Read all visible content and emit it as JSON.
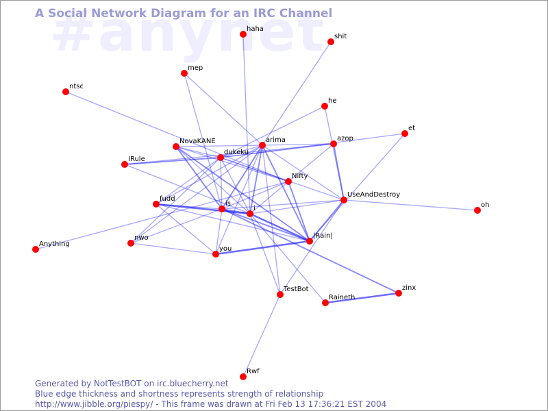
{
  "title": "A Social Network Diagram for an IRC Channel",
  "channel_watermark": "#anynet",
  "colors": {
    "node": "#ff0000",
    "edge": "#0000ff",
    "title": "#9b9bd4",
    "watermark": "#eeeeff",
    "footer": "#5b5ba8"
  },
  "footer": {
    "line1": "Generated by NotTestBOT on irc.bluecherry.net",
    "line2": "Blue edge thickness and shortness represents strength of relationship",
    "line3": "http://www.jibble.org/piespy/ - This frame was drawn at Fri Feb 13 17:36:21 EST 2004"
  },
  "nodes": [
    {
      "id": "haha",
      "label": "haha"
    },
    {
      "id": "shit",
      "label": "shit"
    },
    {
      "id": "mep",
      "label": "mep"
    },
    {
      "id": "ntsc",
      "label": "ntsc"
    },
    {
      "id": "he",
      "label": "he"
    },
    {
      "id": "et",
      "label": "et"
    },
    {
      "id": "NovaKANE",
      "label": "NovaKANE"
    },
    {
      "id": "arima",
      "label": "arima"
    },
    {
      "id": "azop",
      "label": "azop"
    },
    {
      "id": "dukeku",
      "label": "dukeku"
    },
    {
      "id": "IRule",
      "label": "IRule"
    },
    {
      "id": "Nifty",
      "label": "Nifty"
    },
    {
      "id": "UseAndDestroy",
      "label": "UseAndDestroy"
    },
    {
      "id": "fudd",
      "label": "fudd"
    },
    {
      "id": "is",
      "label": "is"
    },
    {
      "id": "i",
      "label": "i"
    },
    {
      "id": "oh",
      "label": "oh"
    },
    {
      "id": "Rain",
      "label": "|Rain|"
    },
    {
      "id": "nwo",
      "label": "nwo"
    },
    {
      "id": "Anything",
      "label": "Anything"
    },
    {
      "id": "you",
      "label": "you"
    },
    {
      "id": "TestBot",
      "label": "TestBot"
    },
    {
      "id": "zinx",
      "label": "zinx"
    },
    {
      "id": "Raineth",
      "label": "Raineth"
    },
    {
      "id": "Rwf",
      "label": "Rwf"
    }
  ],
  "edges": [
    {
      "from": "haha",
      "to": "i",
      "strength": 1
    },
    {
      "from": "shit",
      "to": "arima",
      "strength": 1
    },
    {
      "from": "mep",
      "to": "arima",
      "strength": 1
    },
    {
      "from": "mep",
      "to": "is",
      "strength": 1
    },
    {
      "from": "ntsc",
      "to": "Nifty",
      "strength": 1
    },
    {
      "from": "he",
      "to": "UseAndDestroy",
      "strength": 1
    },
    {
      "from": "he",
      "to": "dukeku",
      "strength": 1
    },
    {
      "from": "et",
      "to": "dukeku",
      "strength": 1
    },
    {
      "from": "et",
      "to": "Rain",
      "strength": 1
    },
    {
      "from": "NovaKANE",
      "to": "arima",
      "strength": 1
    },
    {
      "from": "NovaKANE",
      "to": "dukeku",
      "strength": 1
    },
    {
      "from": "NovaKANE",
      "to": "is",
      "strength": 2
    },
    {
      "from": "NovaKANE",
      "to": "i",
      "strength": 1
    },
    {
      "from": "NovaKANE",
      "to": "Nifty",
      "strength": 1
    },
    {
      "from": "NovaKANE",
      "to": "Rain",
      "strength": 2
    },
    {
      "from": "IRule",
      "to": "dukeku",
      "strength": 2
    },
    {
      "from": "IRule",
      "to": "i",
      "strength": 1
    },
    {
      "from": "IRule",
      "to": "azop",
      "strength": 1
    },
    {
      "from": "dukeku",
      "to": "arima",
      "strength": 1
    },
    {
      "from": "dukeku",
      "to": "is",
      "strength": 1
    },
    {
      "from": "dukeku",
      "to": "i",
      "strength": 1
    },
    {
      "from": "dukeku",
      "to": "Nifty",
      "strength": 1
    },
    {
      "from": "dukeku",
      "to": "azop",
      "strength": 1
    },
    {
      "from": "dukeku",
      "to": "fudd",
      "strength": 1
    },
    {
      "from": "dukeku",
      "to": "nwo",
      "strength": 1
    },
    {
      "from": "dukeku",
      "to": "UseAndDestroy",
      "strength": 1
    },
    {
      "from": "arima",
      "to": "azop",
      "strength": 1
    },
    {
      "from": "arima",
      "to": "is",
      "strength": 2
    },
    {
      "from": "arima",
      "to": "i",
      "strength": 2
    },
    {
      "from": "arima",
      "to": "Rain",
      "strength": 2
    },
    {
      "from": "arima",
      "to": "UseAndDestroy",
      "strength": 1
    },
    {
      "from": "arima",
      "to": "fudd",
      "strength": 1
    },
    {
      "from": "arima",
      "to": "you",
      "strength": 1
    },
    {
      "from": "arima",
      "to": "TestBot",
      "strength": 1
    },
    {
      "from": "arima",
      "to": "nwo",
      "strength": 1
    },
    {
      "from": "azop",
      "to": "Nifty",
      "strength": 1
    },
    {
      "from": "azop",
      "to": "UseAndDestroy",
      "strength": 2
    },
    {
      "from": "Nifty",
      "to": "is",
      "strength": 1
    },
    {
      "from": "Nifty",
      "to": "i",
      "strength": 1
    },
    {
      "from": "Nifty",
      "to": "Rain",
      "strength": 2
    },
    {
      "from": "Nifty",
      "to": "Anything",
      "strength": 1
    },
    {
      "from": "UseAndDestroy",
      "to": "is",
      "strength": 1
    },
    {
      "from": "UseAndDestroy",
      "to": "i",
      "strength": 1
    },
    {
      "from": "UseAndDestroy",
      "to": "oh",
      "strength": 1
    },
    {
      "from": "UseAndDestroy",
      "to": "Rain",
      "strength": 2
    },
    {
      "from": "UseAndDestroy",
      "to": "TestBot",
      "strength": 1
    },
    {
      "from": "fudd",
      "to": "i",
      "strength": 3
    },
    {
      "from": "fudd",
      "to": "is",
      "strength": 1
    },
    {
      "from": "fudd",
      "to": "you",
      "strength": 1
    },
    {
      "from": "fudd",
      "to": "Rain",
      "strength": 1
    },
    {
      "from": "is",
      "to": "i",
      "strength": 2
    },
    {
      "from": "is",
      "to": "Rain",
      "strength": 2
    },
    {
      "from": "is",
      "to": "nwo",
      "strength": 1
    },
    {
      "from": "is",
      "to": "zinx",
      "strength": 2
    },
    {
      "from": "is",
      "to": "you",
      "strength": 1
    },
    {
      "from": "i",
      "to": "Rain",
      "strength": 3
    },
    {
      "from": "i",
      "to": "TestBot",
      "strength": 1
    },
    {
      "from": "i",
      "to": "Raineth",
      "strength": 1
    },
    {
      "from": "nwo",
      "to": "you",
      "strength": 1
    },
    {
      "from": "you",
      "to": "Rain",
      "strength": 3
    },
    {
      "from": "Raineth",
      "to": "zinx",
      "strength": 3
    },
    {
      "from": "TestBot",
      "to": "Rwf",
      "strength": 1
    }
  ]
}
